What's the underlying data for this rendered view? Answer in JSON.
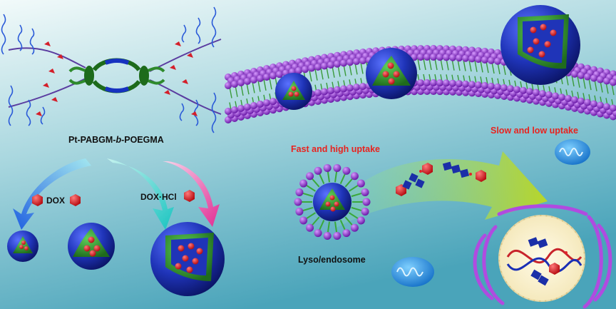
{
  "labels": {
    "polymer": "Pt-PABGM-b-POEGMA",
    "polymer_prefix": "Pt-PABGM-",
    "polymer_italic": "b",
    "polymer_suffix": "-POEGMA",
    "dox": "DOX",
    "dox_hcl": "DOX·HCl",
    "fast_uptake": "Fast and high uptake",
    "slow_uptake": "Slow and low uptake",
    "lyso": "Lyso/endosome"
  },
  "colors": {
    "background_top": "#dceef0",
    "background_bottom": "#5fb3c6",
    "lipid_head": "#8a2fd0",
    "lipid_tail": "#3a9a3a",
    "sphere_blue": "#1b2fa8",
    "core_green": "#2f8a2c",
    "drug_red": "#e2222a",
    "uptake_text": "#e8231f",
    "arrow_blue": "#1e6fe0",
    "arrow_cyan": "#2fd3c8",
    "arrow_pink": "#e8359a",
    "arrow_yellowgreen": "#b7d82a",
    "mitochondria": "#2a9be0",
    "nucleus_fill": "#fff5d0",
    "er_purple": "#b04be0"
  }
}
